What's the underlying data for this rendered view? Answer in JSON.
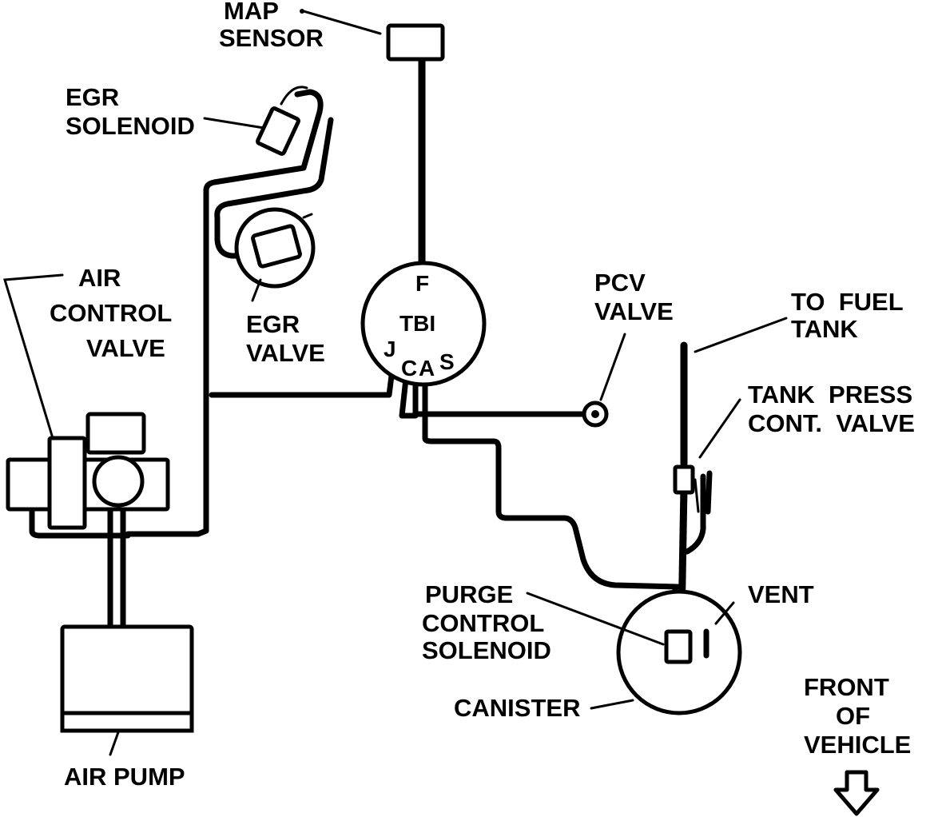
{
  "labels": {
    "map_sensor": [
      "MAP",
      "SENSOR"
    ],
    "egr_solenoid": [
      "EGR",
      "SOLENOID"
    ],
    "air_control_valve": [
      "AIR",
      "CONTROL",
      "VALVE"
    ],
    "egr_valve": [
      "EGR",
      "VALVE"
    ],
    "tbi": "TBI",
    "tbi_port_f": "F",
    "tbi_port_j": "J",
    "tbi_port_c": "C",
    "tbi_port_a": "A",
    "tbi_port_s": "S",
    "pcv_valve": [
      "PCV",
      "VALVE"
    ],
    "to_fuel_tank": [
      "TO  FUEL",
      "TANK"
    ],
    "tank_press_cont_valve": [
      "TANK  PRESS",
      "CONT.  VALVE"
    ],
    "vent": "VENT",
    "purge_control_solenoid": [
      "PURGE",
      "CONTROL",
      "SOLENOID"
    ],
    "canister": "CANISTER",
    "front_of_vehicle": [
      "FRONT",
      "OF",
      "VEHICLE"
    ],
    "air_pump": "AIR PUMP"
  },
  "colors": {
    "ink": "#000000",
    "paper": "#ffffff"
  },
  "icons": {
    "front_arrow": "down-arrow-icon"
  }
}
